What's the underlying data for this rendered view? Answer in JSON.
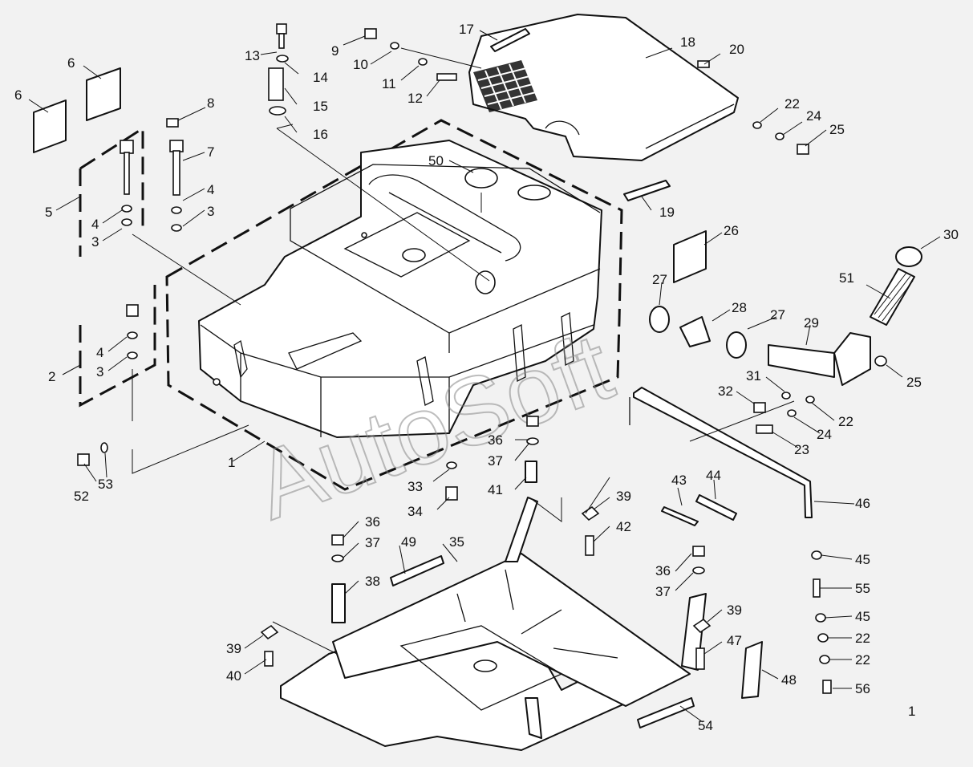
{
  "watermark": "AutoSoft",
  "sheet_number": "1",
  "callouts": [
    {
      "id": "c1",
      "label": "1"
    },
    {
      "id": "c2",
      "label": "2"
    },
    {
      "id": "c3a",
      "label": "3"
    },
    {
      "id": "c3b",
      "label": "3"
    },
    {
      "id": "c3c",
      "label": "3"
    },
    {
      "id": "c4a",
      "label": "4"
    },
    {
      "id": "c4b",
      "label": "4"
    },
    {
      "id": "c4c",
      "label": "4"
    },
    {
      "id": "c5",
      "label": "5"
    },
    {
      "id": "c6a",
      "label": "6"
    },
    {
      "id": "c6b",
      "label": "6"
    },
    {
      "id": "c7",
      "label": "7"
    },
    {
      "id": "c8",
      "label": "8"
    },
    {
      "id": "c9",
      "label": "9"
    },
    {
      "id": "c10",
      "label": "10"
    },
    {
      "id": "c11",
      "label": "11"
    },
    {
      "id": "c12",
      "label": "12"
    },
    {
      "id": "c13",
      "label": "13"
    },
    {
      "id": "c14",
      "label": "14"
    },
    {
      "id": "c15",
      "label": "15"
    },
    {
      "id": "c16",
      "label": "16"
    },
    {
      "id": "c17",
      "label": "17"
    },
    {
      "id": "c18",
      "label": "18"
    },
    {
      "id": "c19",
      "label": "19"
    },
    {
      "id": "c20",
      "label": "20"
    },
    {
      "id": "c22a",
      "label": "22"
    },
    {
      "id": "c22b",
      "label": "22"
    },
    {
      "id": "c22c",
      "label": "22"
    },
    {
      "id": "c22d",
      "label": "22"
    },
    {
      "id": "c23",
      "label": "23"
    },
    {
      "id": "c24a",
      "label": "24"
    },
    {
      "id": "c24b",
      "label": "24"
    },
    {
      "id": "c25a",
      "label": "25"
    },
    {
      "id": "c25b",
      "label": "25"
    },
    {
      "id": "c26",
      "label": "26"
    },
    {
      "id": "c27a",
      "label": "27"
    },
    {
      "id": "c27b",
      "label": "27"
    },
    {
      "id": "c28",
      "label": "28"
    },
    {
      "id": "c29",
      "label": "29"
    },
    {
      "id": "c30",
      "label": "30"
    },
    {
      "id": "c31",
      "label": "31"
    },
    {
      "id": "c32",
      "label": "32"
    },
    {
      "id": "c33",
      "label": "33"
    },
    {
      "id": "c34",
      "label": "34"
    },
    {
      "id": "c35",
      "label": "35"
    },
    {
      "id": "c36a",
      "label": "36"
    },
    {
      "id": "c36b",
      "label": "36"
    },
    {
      "id": "c36c",
      "label": "36"
    },
    {
      "id": "c37a",
      "label": "37"
    },
    {
      "id": "c37b",
      "label": "37"
    },
    {
      "id": "c37c",
      "label": "37"
    },
    {
      "id": "c38",
      "label": "38"
    },
    {
      "id": "c39a",
      "label": "39"
    },
    {
      "id": "c39b",
      "label": "39"
    },
    {
      "id": "c39c",
      "label": "39"
    },
    {
      "id": "c40",
      "label": "40"
    },
    {
      "id": "c41",
      "label": "41"
    },
    {
      "id": "c42",
      "label": "42"
    },
    {
      "id": "c43",
      "label": "43"
    },
    {
      "id": "c44",
      "label": "44"
    },
    {
      "id": "c45a",
      "label": "45"
    },
    {
      "id": "c45b",
      "label": "45"
    },
    {
      "id": "c46",
      "label": "46"
    },
    {
      "id": "c47",
      "label": "47"
    },
    {
      "id": "c48",
      "label": "48"
    },
    {
      "id": "c49",
      "label": "49"
    },
    {
      "id": "c50",
      "label": "50"
    },
    {
      "id": "c51",
      "label": "51"
    },
    {
      "id": "c52",
      "label": "52"
    },
    {
      "id": "c53",
      "label": "53"
    },
    {
      "id": "c54",
      "label": "54"
    },
    {
      "id": "c55",
      "label": "55"
    },
    {
      "id": "c56",
      "label": "56"
    }
  ]
}
